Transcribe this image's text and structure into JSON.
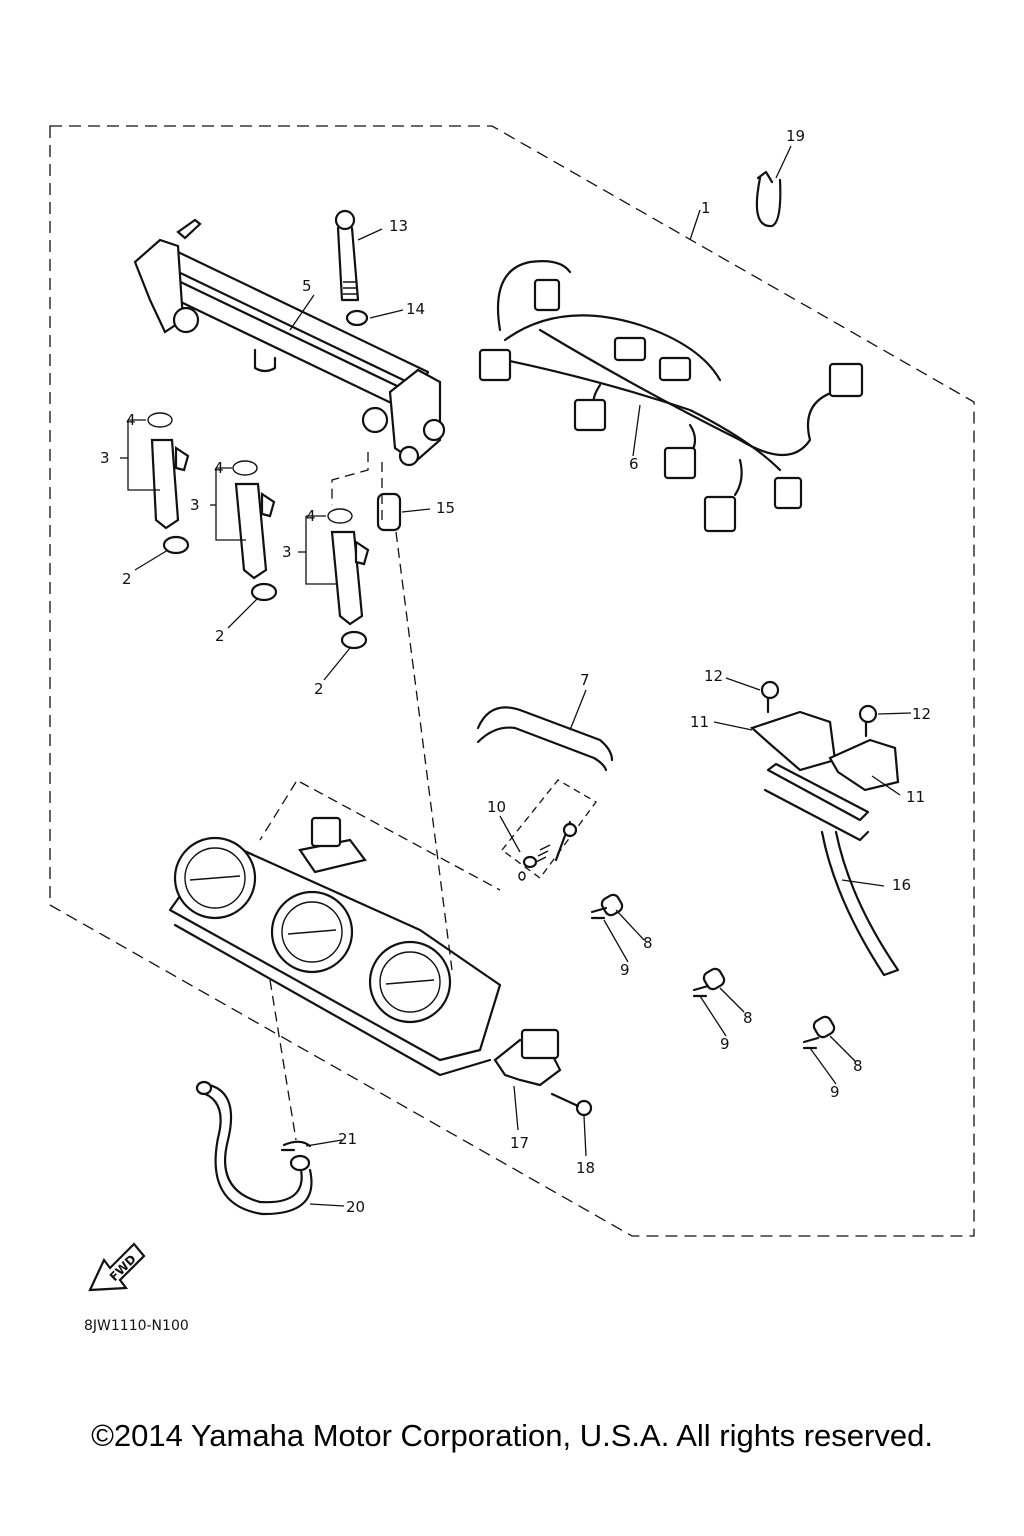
{
  "diagram": {
    "code": "8JW1110-N100",
    "copyright": "©2014 Yamaha Motor Corporation, U.S.A. All rights reserved.",
    "fwd_label": "FWD",
    "labels": [
      "1",
      "2",
      "2",
      "2",
      "3",
      "3",
      "3",
      "4",
      "4",
      "4",
      "5",
      "6",
      "7",
      "8",
      "8",
      "8",
      "9",
      "9",
      "9",
      "10",
      "11",
      "11",
      "12",
      "12",
      "13",
      "14",
      "15",
      "16",
      "17",
      "18",
      "19",
      "20",
      "21"
    ]
  }
}
